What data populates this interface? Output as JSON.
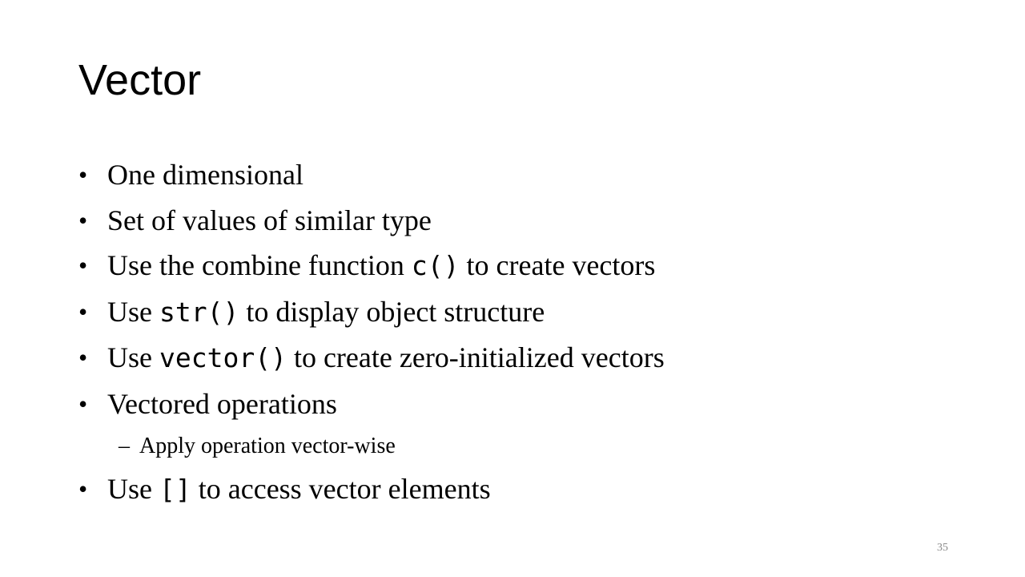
{
  "slide": {
    "title": "Vector",
    "page_number": "35"
  },
  "bullets": [
    {
      "text": "One dimensional"
    },
    {
      "text": "Set of values of similar type"
    },
    {
      "before": "Use the combine function ",
      "code": "c()",
      "after": " to create vectors"
    },
    {
      "before": "Use ",
      "code": "str()",
      "after": " to display object structure"
    },
    {
      "before": "Use ",
      "code": "vector()",
      "after": " to create zero-initialized vectors"
    },
    {
      "text": "Vectored operations",
      "sub": [
        "Apply operation vector-wise"
      ]
    },
    {
      "before": "Use ",
      "code": "[]",
      "after": " to access vector elements"
    }
  ],
  "glyphs": {
    "bullet": "•",
    "dash": "–"
  }
}
